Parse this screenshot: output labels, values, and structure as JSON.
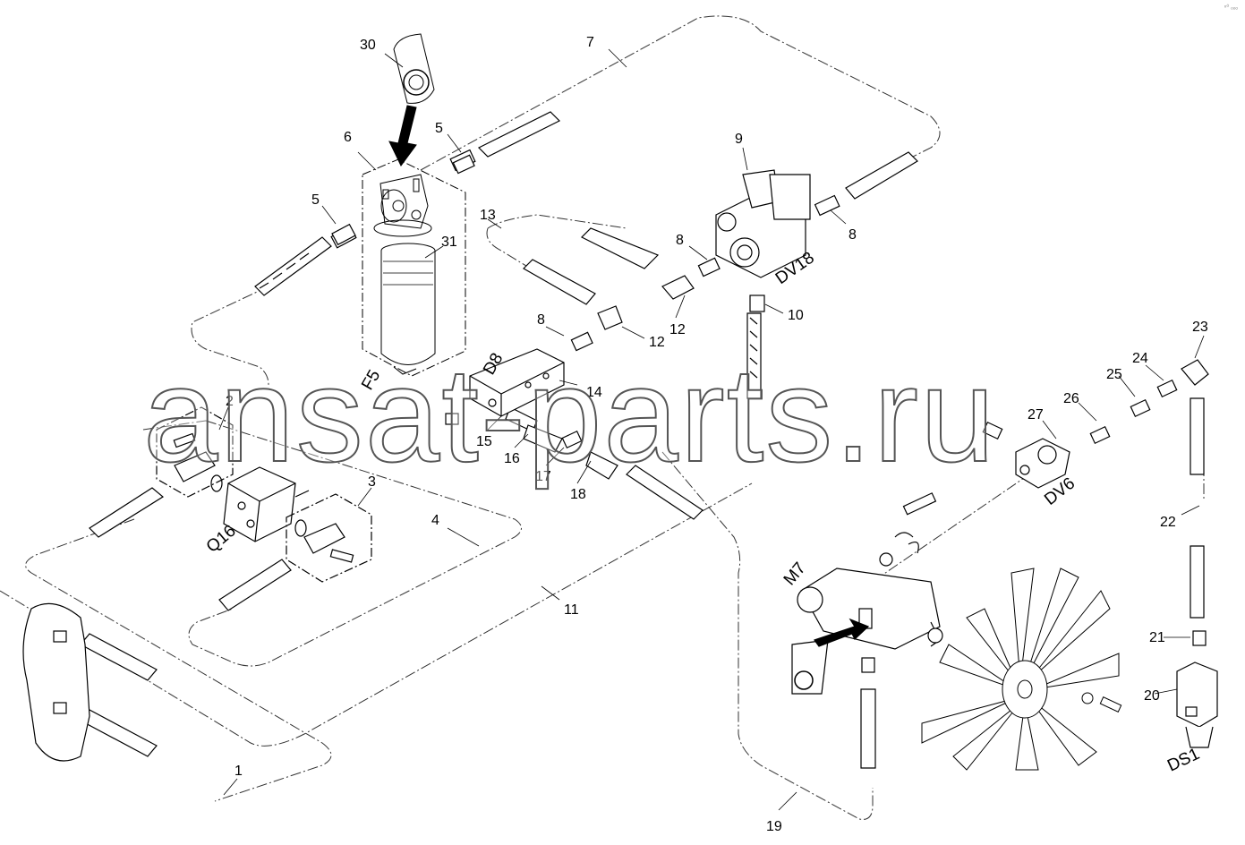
{
  "diagram": {
    "callouts": [
      {
        "id": "c30",
        "text": "30"
      },
      {
        "id": "c7",
        "text": "7"
      },
      {
        "id": "c6",
        "text": "6"
      },
      {
        "id": "c5a",
        "text": "5"
      },
      {
        "id": "c5b",
        "text": "5"
      },
      {
        "id": "c9",
        "text": "9"
      },
      {
        "id": "c13",
        "text": "13"
      },
      {
        "id": "c31",
        "text": "31"
      },
      {
        "id": "c8a",
        "text": "8"
      },
      {
        "id": "c8b",
        "text": "8"
      },
      {
        "id": "c8c",
        "text": "8"
      },
      {
        "id": "c10",
        "text": "10"
      },
      {
        "id": "c12a",
        "text": "12"
      },
      {
        "id": "c12b",
        "text": "12"
      },
      {
        "id": "c14",
        "text": "14"
      },
      {
        "id": "c2",
        "text": "2"
      },
      {
        "id": "c15",
        "text": "15"
      },
      {
        "id": "c16",
        "text": "16"
      },
      {
        "id": "c17",
        "text": "17"
      },
      {
        "id": "c18",
        "text": "18"
      },
      {
        "id": "c3",
        "text": "3"
      },
      {
        "id": "c4",
        "text": "4"
      },
      {
        "id": "c11",
        "text": "11"
      },
      {
        "id": "c1",
        "text": "1"
      },
      {
        "id": "c19",
        "text": "19"
      },
      {
        "id": "c20",
        "text": "20"
      },
      {
        "id": "c21",
        "text": "21"
      },
      {
        "id": "c22",
        "text": "22"
      },
      {
        "id": "c23",
        "text": "23"
      },
      {
        "id": "c24",
        "text": "24"
      },
      {
        "id": "c25",
        "text": "25"
      },
      {
        "id": "c26",
        "text": "26"
      },
      {
        "id": "c27",
        "text": "27"
      }
    ],
    "designations": {
      "f5": "F5",
      "d8": "D8",
      "dv18": "DV18",
      "q16": "Q16",
      "m7": "M7",
      "dv6": "DV6",
      "ds1": "DS1"
    },
    "watermark": "ansat-parts.ru",
    "corner_mark": "ⁿ⁰ ₒₒₒ"
  }
}
